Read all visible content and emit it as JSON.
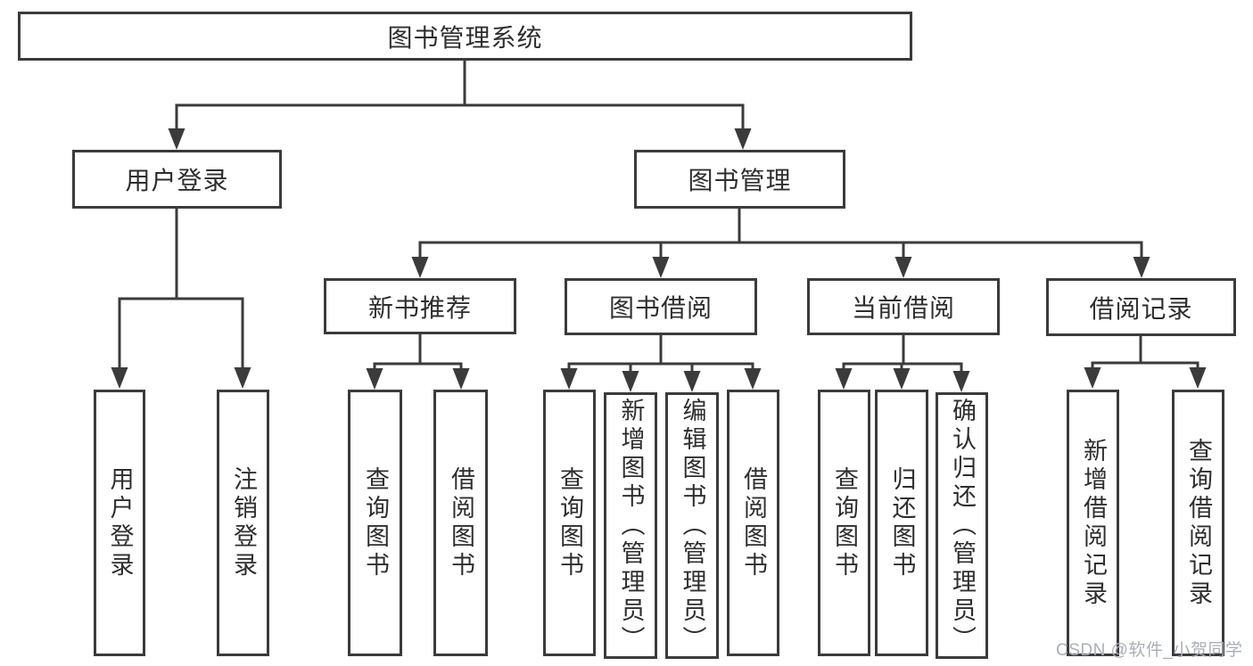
{
  "diagram_title": "图书管理系统",
  "tree": {
    "root": {
      "label": "图书管理系统",
      "children": [
        {
          "label": "用户登录",
          "children": [
            {
              "label": "用户登录"
            },
            {
              "label": "注销登录"
            }
          ]
        },
        {
          "label": "图书管理",
          "children": [
            {
              "label": "新书推荐",
              "children": [
                {
                  "label": "查询图书"
                },
                {
                  "label": "借阅图书"
                }
              ]
            },
            {
              "label": "图书借阅",
              "children": [
                {
                  "label": "查询图书"
                },
                {
                  "label": "新增图书（管理员）"
                },
                {
                  "label": "编辑图书（管理员）"
                },
                {
                  "label": "借阅图书"
                }
              ]
            },
            {
              "label": "当前借阅",
              "children": [
                {
                  "label": "查询图书"
                },
                {
                  "label": "归还图书"
                },
                {
                  "label": "确认归还（管理员）"
                }
              ]
            },
            {
              "label": "借阅记录",
              "children": [
                {
                  "label": "新增借阅记录"
                },
                {
                  "label": "查询借阅记录"
                }
              ]
            }
          ]
        }
      ]
    }
  },
  "watermark": {
    "brand": "CSDN",
    "text": "CSDN @软件_小贺同学"
  },
  "colors": {
    "line": "#3b3b3b",
    "box_border": "#3b3b3b",
    "text": "#2e2e2e",
    "watermark_text": "#aaaeb5",
    "background": "#ffffff"
  }
}
